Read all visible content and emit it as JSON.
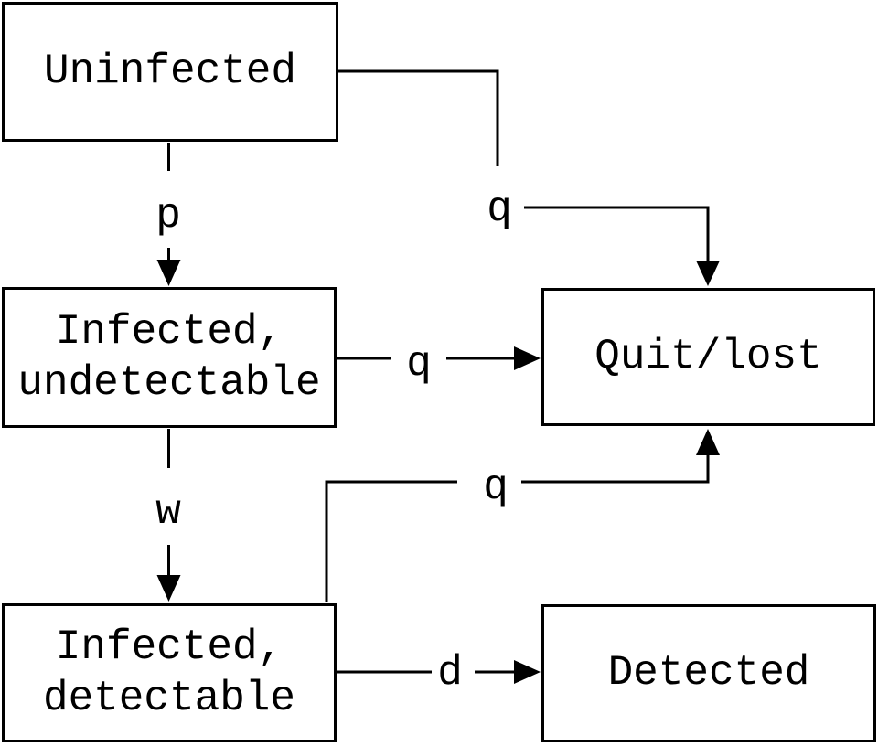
{
  "diagram": {
    "type": "state-transition-flowchart",
    "colors": {
      "stroke": "#000000",
      "node_fill": "#ffffff",
      "background": "#ffffff",
      "text": "#000000"
    },
    "nodes": {
      "uninfected": {
        "label": "Uninfected"
      },
      "infected_undetectable": {
        "line1": "Infected,",
        "line2": "undetectable"
      },
      "infected_detectable": {
        "line1": "Infected,",
        "line2": "detectable"
      },
      "quit_lost": {
        "label": "Quit/lost"
      },
      "detected": {
        "label": "Detected"
      }
    },
    "edges": {
      "p": {
        "label": "p",
        "from": "Uninfected",
        "to": "Infected, undetectable"
      },
      "q_top": {
        "label": "q",
        "from": "Uninfected",
        "to": "Quit/lost"
      },
      "q_mid": {
        "label": "q",
        "from": "Infected, undetectable",
        "to": "Quit/lost"
      },
      "w": {
        "label": "w",
        "from": "Infected, undetectable",
        "to": "Infected, detectable"
      },
      "q_bottom": {
        "label": "q",
        "from": "Infected, detectable",
        "to": "Quit/lost"
      },
      "d": {
        "label": "d",
        "from": "Infected, detectable",
        "to": "Detected"
      }
    }
  }
}
